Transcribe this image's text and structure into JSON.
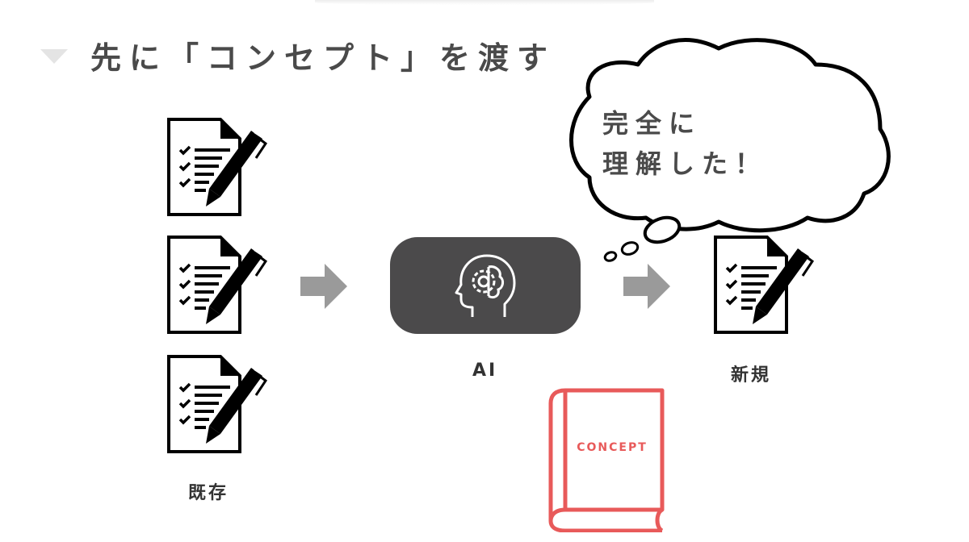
{
  "header": {
    "title": "先に「コンセプト」を渡す",
    "marker_icon": "triangle-down-icon"
  },
  "existing": {
    "label": "既存",
    "documents": [
      {
        "icon": "checklist-document-pen-icon"
      },
      {
        "icon": "checklist-document-pen-icon"
      },
      {
        "icon": "checklist-document-pen-icon"
      }
    ]
  },
  "ai": {
    "label": "AI",
    "icon": "head-brain-gear-icon",
    "box_color": "#4b4a4b"
  },
  "new": {
    "label": "新規",
    "icon": "checklist-document-pen-icon"
  },
  "thought_bubble": {
    "line1": "完全に",
    "line2": "理解した！"
  },
  "concept_book": {
    "label": "CONCEPT",
    "icon": "book-icon",
    "color": "#e85a5a"
  },
  "arrows": [
    {
      "icon": "arrow-right-icon",
      "color": "#9a9a9a"
    },
    {
      "icon": "arrow-right-icon",
      "color": "#9a9a9a"
    }
  ]
}
